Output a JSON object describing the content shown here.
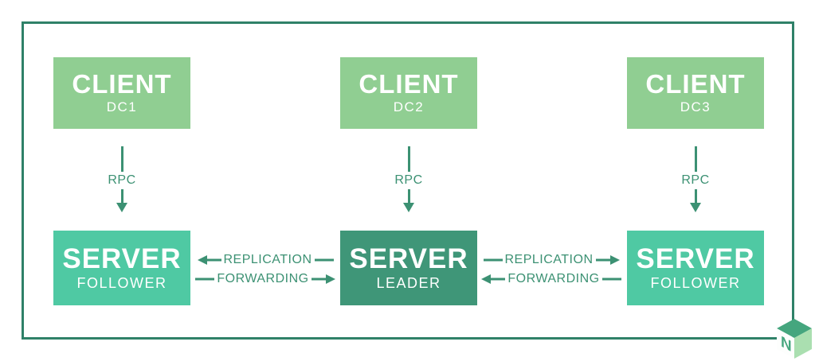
{
  "diagram": {
    "columns": [
      {
        "client": {
          "title": "CLIENT",
          "subtitle": "DC1"
        },
        "rpc_label": "RPC",
        "server": {
          "title": "SERVER",
          "subtitle": "FOLLOWER",
          "role": "follower"
        }
      },
      {
        "client": {
          "title": "CLIENT",
          "subtitle": "DC2"
        },
        "rpc_label": "RPC",
        "server": {
          "title": "SERVER",
          "subtitle": "LEADER",
          "role": "leader"
        }
      },
      {
        "client": {
          "title": "CLIENT",
          "subtitle": "DC3"
        },
        "rpc_label": "RPC",
        "server": {
          "title": "SERVER",
          "subtitle": "FOLLOWER",
          "role": "follower"
        }
      }
    ],
    "links": [
      {
        "side": "left",
        "rows": [
          {
            "label": "REPLICATION",
            "direction": "left"
          },
          {
            "label": "FORWARDING",
            "direction": "right"
          }
        ]
      },
      {
        "side": "right",
        "rows": [
          {
            "label": "REPLICATION",
            "direction": "right"
          },
          {
            "label": "FORWARDING",
            "direction": "left"
          }
        ]
      }
    ],
    "colors": {
      "client_box": "#90CE92",
      "follower_box": "#4FC9A3",
      "leader_box": "#3F9678",
      "line": "#3C9173",
      "border": "#2F8168",
      "text_on_box": "#FFFFFF",
      "logo_top": "#45A67E",
      "logo_side": "#AADFB0",
      "logo_face": "#FDFEFD"
    },
    "logo": {
      "name": "cube-n-logo",
      "letter": "N"
    }
  }
}
